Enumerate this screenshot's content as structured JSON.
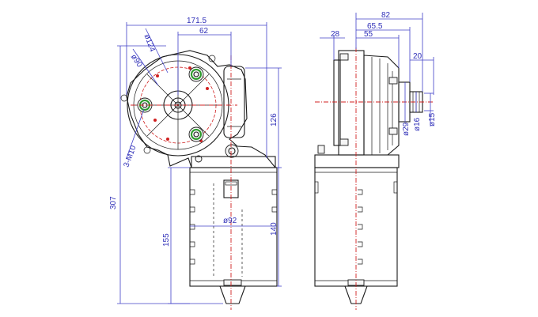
{
  "drawing": {
    "front_view": {
      "dims": {
        "overall_width": "171.5",
        "shaft_offset": "62",
        "pcd_large": "ø124",
        "pcd_small": "ø90",
        "mount_holes": "3-M10",
        "overall_height": "307",
        "upper_height": "126",
        "motor_length": "155",
        "motor_length_2": "140",
        "motor_diameter": "ø92"
      }
    },
    "side_view": {
      "dims": {
        "overall_depth": "82",
        "depth_2": "65.5",
        "depth_3": "55",
        "flange_depth": "28",
        "shaft_length": "20",
        "diam_1": "ø29",
        "diam_2": "ø16",
        "diam_3": "ø15"
      }
    },
    "colors": {
      "line": "#1a1a1a",
      "dimension": "#3030b8",
      "centerline": "#d02020",
      "highlight": "#2a9a2a"
    }
  }
}
